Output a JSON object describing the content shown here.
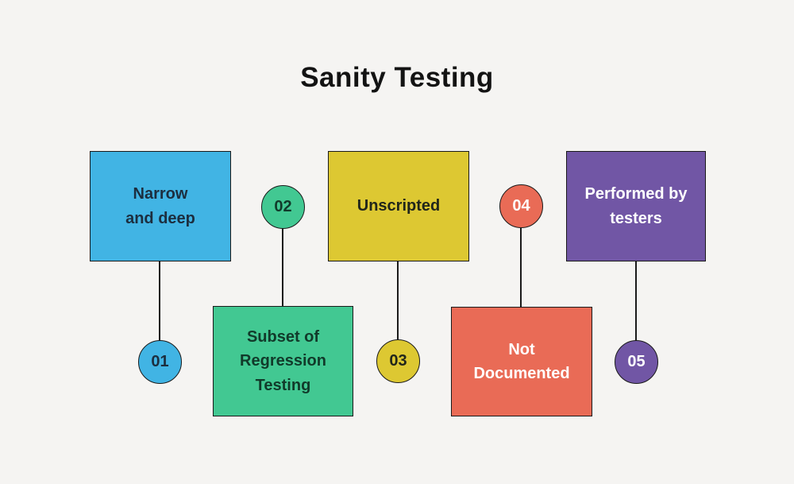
{
  "title": "Sanity Testing",
  "colors": {
    "background": "#f5f4f2",
    "outline": "#1a1a1a",
    "title_text": "#131313"
  },
  "diagram": {
    "items": [
      {
        "number": "01",
        "label": "Narrow and deep",
        "fill": "#41b4e4",
        "text_color": "#1c2e3f",
        "layout": "box-top-circle-bottom"
      },
      {
        "number": "02",
        "label": "Subset of Regression Testing",
        "fill": "#42c892",
        "text_color": "#113a2a",
        "layout": "circle-top-box-bottom"
      },
      {
        "number": "03",
        "label": "Unscripted",
        "fill": "#ddc832",
        "text_color": "#21261b",
        "layout": "box-top-circle-bottom"
      },
      {
        "number": "04",
        "label": "Not Documented",
        "fill": "#e96b56",
        "text_color": "#ffffff",
        "layout": "circle-top-box-bottom"
      },
      {
        "number": "05",
        "label": "Performed by testers",
        "fill": "#7156a5",
        "text_color": "#ffffff",
        "layout": "box-top-circle-bottom"
      }
    ]
  }
}
